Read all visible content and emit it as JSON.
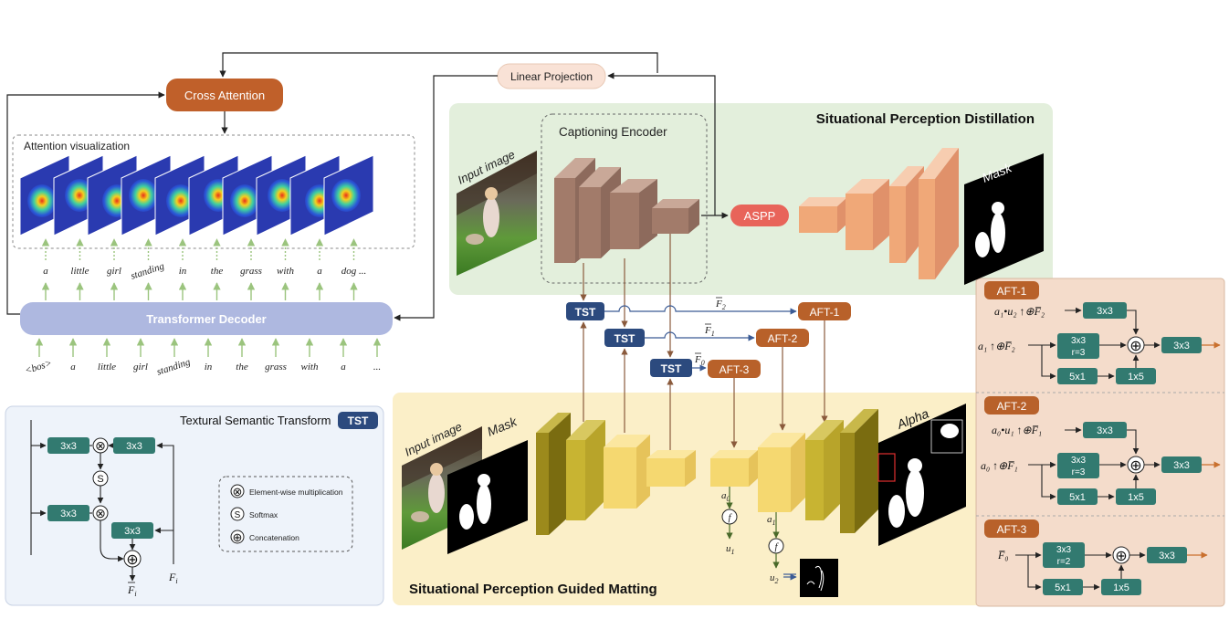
{
  "colors": {
    "cross_attention": "#c0602a",
    "transformer_decoder": "#aeb8e0",
    "tst": "#2c4a7e",
    "aft": "#b8612a",
    "aspp": "#e8645a",
    "conv": "#327a70",
    "distill_bg": "#e3efdc",
    "matting_bg": "#fbefc8",
    "aft_panel_bg": "#f4dccb",
    "tst_panel_bg": "#eef3fa",
    "brown_encoder": "#a27b6a",
    "peach_decoder": "#f0a878",
    "yellow_blocks": "#f5d870",
    "olive_blocks": "#9c8a1c"
  },
  "top": {
    "cross_attention": "Cross Attention",
    "linear_projection": "Linear Projection",
    "attention_visualization": "Attention visualization",
    "transformer_decoder": "Transformer Decoder",
    "caption_words": [
      "a",
      "little",
      "girl",
      "standing",
      "in",
      "the",
      "grass",
      "with",
      "a",
      "dog ..."
    ],
    "input_tokens": [
      "<bos>",
      "a",
      "little",
      "girl",
      "standing",
      "in",
      "the",
      "grass",
      "with",
      "a",
      "..."
    ]
  },
  "distill": {
    "title": "Situational Perception Distillation",
    "input_image": "Input image",
    "captioning_encoder": "Captioning Encoder",
    "aspp": "ASPP",
    "mask": "Mask"
  },
  "matting": {
    "title": "Situational Perception Guided Matting",
    "input_image": "Input image",
    "mask": "Mask",
    "alpha": "Alpha",
    "a0": "a",
    "a0_sub": "0",
    "a1": "a",
    "a1_sub": "1",
    "f": "f",
    "u1": "u",
    "u1_sub": "1",
    "u2": "u",
    "u2_sub": "2"
  },
  "middle": {
    "tst": "TST",
    "aft1": "AFT-1",
    "aft2": "AFT-2",
    "aft3": "AFT-3",
    "f2": "F",
    "f2_sub": "2",
    "f1": "F",
    "f1_sub": "1",
    "f0": "F",
    "f0_sub": "0"
  },
  "tst_panel": {
    "title": "Textural Semantic Transform",
    "badge": "TST",
    "conv": "3x3",
    "otimes": "⊗",
    "softmax": "S",
    "oplus": "⊕",
    "f_out": "F",
    "f_out_sub": "i",
    "f_in": "F",
    "f_in_sub": "i",
    "legend": {
      "mult": "Element-wise multiplication",
      "softmax": "Softmax",
      "concat": "Concatenation"
    }
  },
  "aft_panel": {
    "aft1": {
      "title": "AFT-1",
      "eq_top": "a₁•u₂ ↑⊕F̅₂",
      "eq_bottom": "a₁ ↑⊕F̅₂",
      "conv_a": "3x3",
      "conv_b1": "3x3",
      "conv_b2": "r=3",
      "conv_c": "5x1",
      "conv_d": "1x5",
      "conv_out": "3x3"
    },
    "aft2": {
      "title": "AFT-2",
      "eq_top": "a₀•u₁ ↑⊕F̅₁",
      "eq_bottom": "a₀ ↑⊕F̅₁",
      "conv_a": "3x3",
      "conv_b1": "3x3",
      "conv_b2": "r=3",
      "conv_c": "5x1",
      "conv_d": "1x5",
      "conv_out": "3x3"
    },
    "aft3": {
      "title": "AFT-3",
      "eq": "F̅₀",
      "conv_b1": "3x3",
      "conv_b2": "r=2",
      "conv_c": "5x1",
      "conv_d": "1x5",
      "conv_out": "3x3"
    }
  }
}
